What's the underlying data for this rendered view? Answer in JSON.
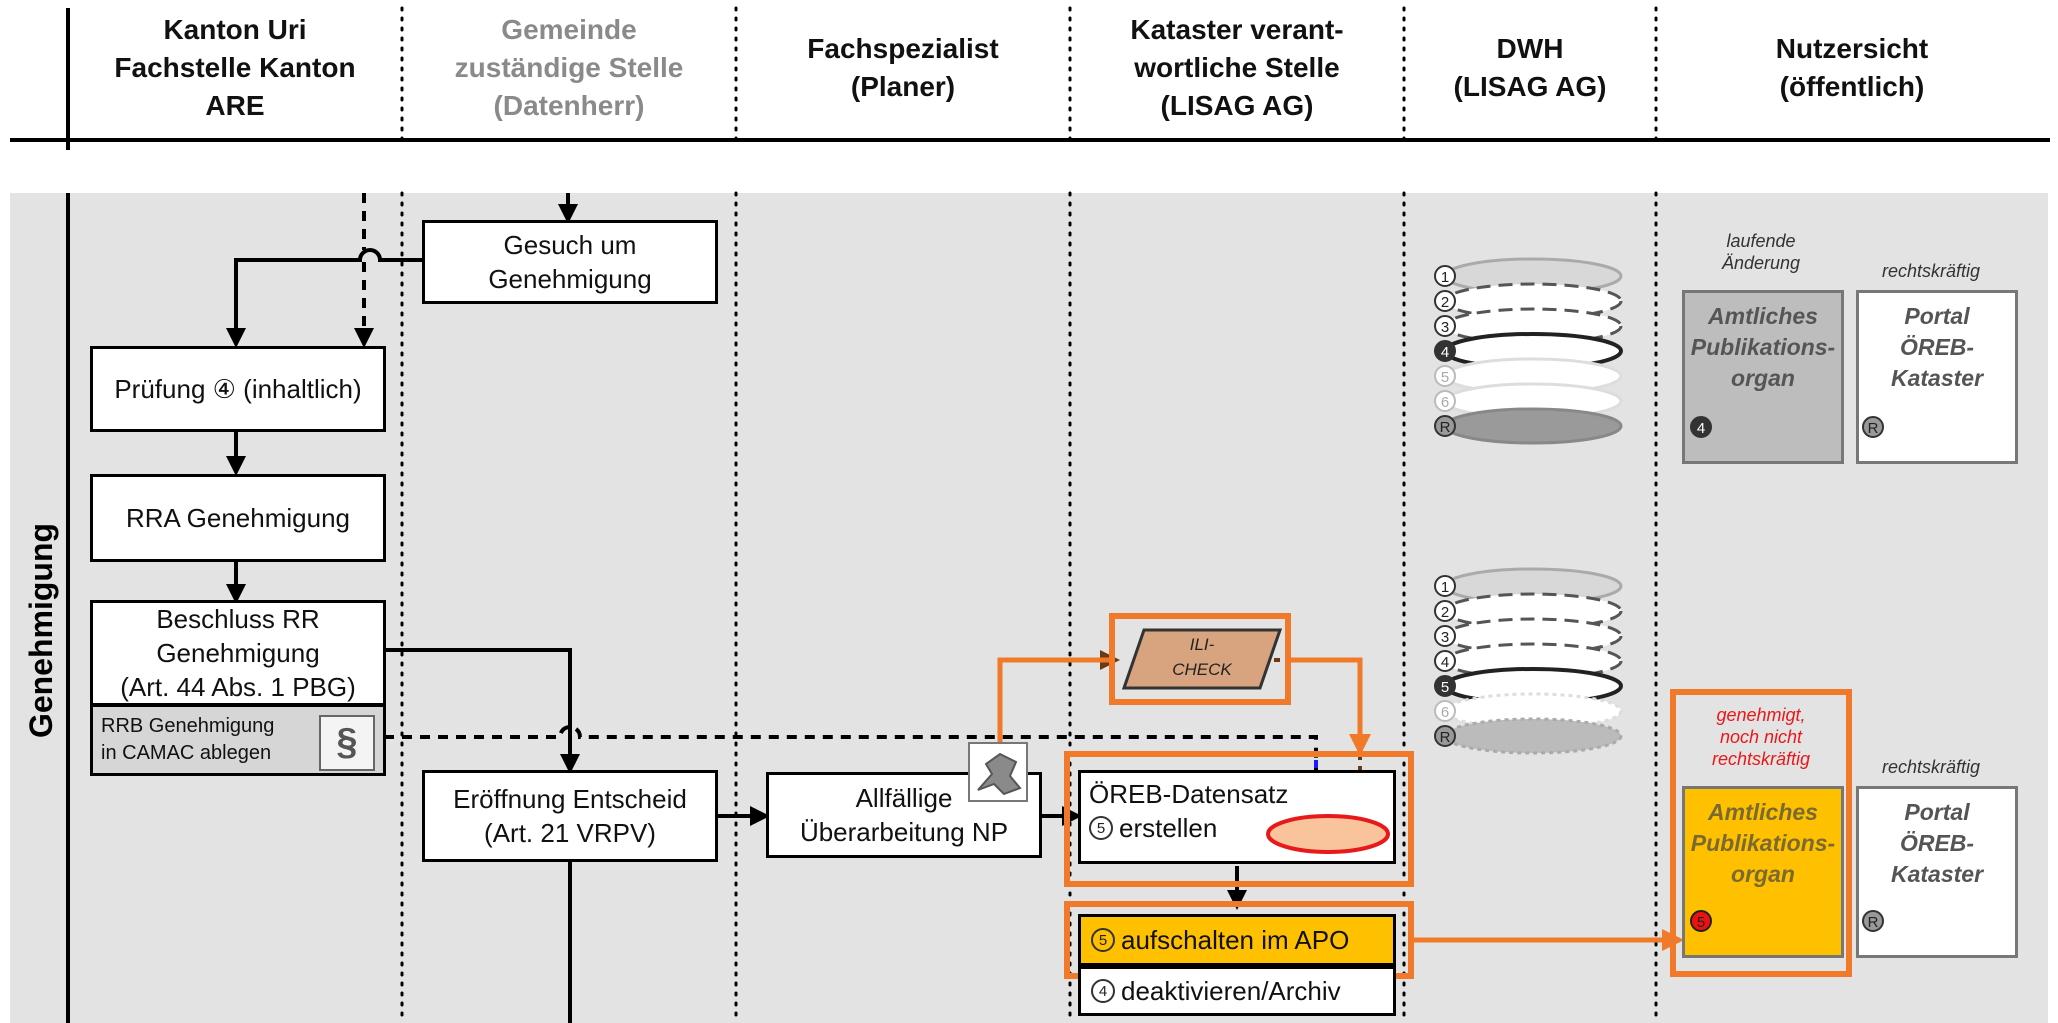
{
  "columns": [
    {
      "title": "Kanton Uri\nFachstelle Kanton\nARE",
      "muted": true
    },
    {
      "title": "Gemeinde\nzuständige Stelle\n(Datenherr)",
      "muted": true
    },
    {
      "title": "Fachspezialist\n(Planer)",
      "muted": false
    },
    {
      "title": "Kataster verant-\nwortliche Stelle\n(LISAG AG)",
      "muted": false
    },
    {
      "title": "DWH\n(LISAG AG)",
      "muted": false
    },
    {
      "title": "Nutzersicht\n(öffentlich)",
      "muted": false
    }
  ],
  "lane_label": "Genehmigung",
  "boxes": {
    "gesuch": "Gesuch um\nGenehmigung",
    "pruefung": "Prüfung ④ (inhaltlich)",
    "rra": "RRA Genehmigung",
    "beschluss": "Beschluss RR\nGenehmigung\n(Art. 44 Abs. 1 PBG)",
    "rrb": "RRB Genehmigung\nin CAMAC ablegen",
    "rrb_icon": "§",
    "eroeffnung": "Eröffnung Entscheid\n(Art. 21 VRPV)",
    "ueberarbeitung": "Allfällige\nÜberarbeitung NP",
    "oereb_line1": "ÖREB-Datensatz",
    "oereb_line2": "erstellen",
    "oereb_num": "5",
    "ili": "ILI-\nCHECK",
    "aufschalten_num": "5",
    "aufschalten": "aufschalten im APO",
    "deaktivieren_num": "4",
    "deaktivieren": "deaktivieren/Archiv"
  },
  "dwh_stacks": [
    {
      "labels": [
        "1",
        "2",
        "3",
        "4",
        "5",
        "6",
        "R"
      ]
    },
    {
      "labels": [
        "1",
        "2",
        "3",
        "4",
        "5",
        "6",
        "R"
      ]
    }
  ],
  "nutzer": {
    "top_laufend": "laufende\nÄnderung",
    "top_rechts": "rechtskräftig",
    "apo_title": "Amtliches\nPublikations-\norgan",
    "portal_title": "Portal\nÖREB-\nKataster",
    "top_apo_num": "4",
    "top_portal_num": "R",
    "bottom_status": "genehmigt,\nnoch nicht\nrechtskräftig",
    "bottom_rechts": "rechtskräftig",
    "bottom_apo_num": "5",
    "bottom_portal_num": "R"
  },
  "colors": {
    "highlight": "#F07A2A",
    "yellow": "#FFC000",
    "peach": "#F9C49B",
    "ili": "#D8A47F",
    "background": "#E3E3E3",
    "grey_card": "#BDBDBD",
    "red": "#E8191A"
  }
}
